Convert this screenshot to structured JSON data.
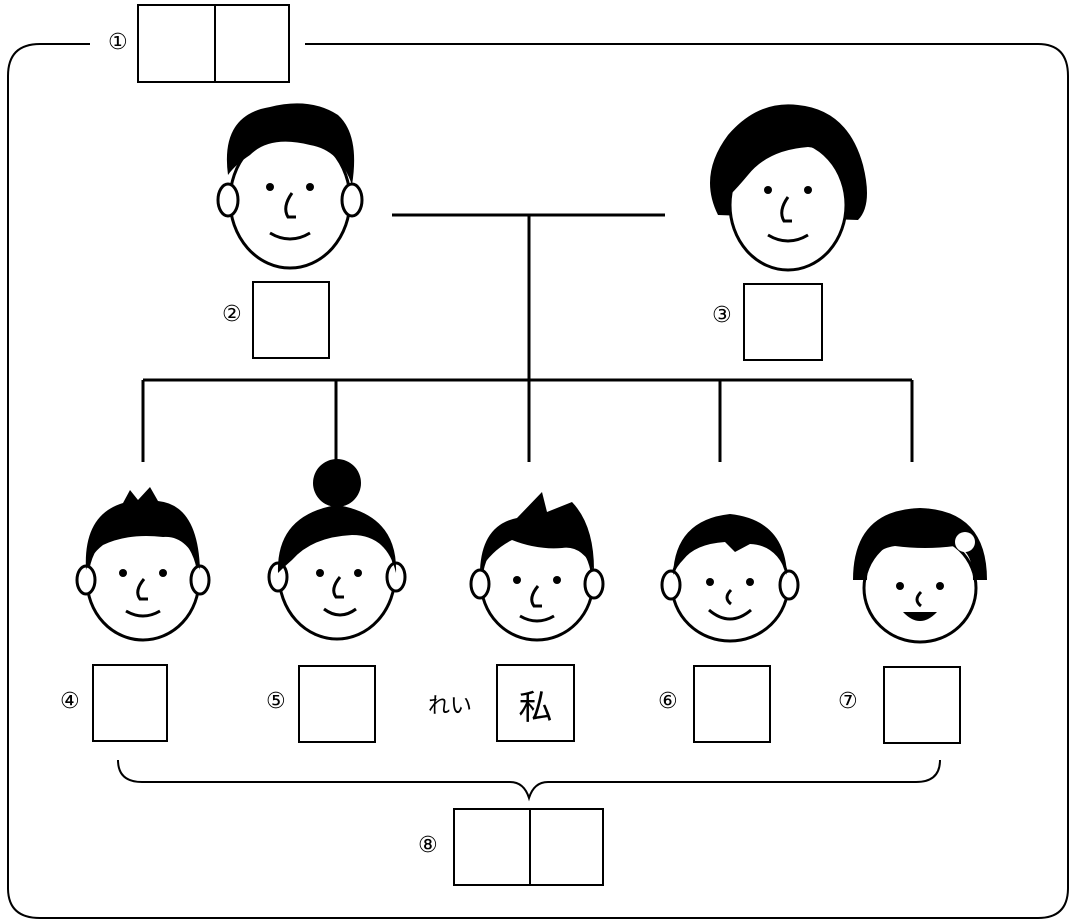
{
  "labels": {
    "family": "①",
    "father": "②",
    "mother": "③",
    "child1": "④",
    "child2": "⑤",
    "child4": "⑥",
    "child5": "⑦",
    "siblings": "⑧"
  },
  "example": {
    "label": "れい",
    "answer": "私"
  }
}
